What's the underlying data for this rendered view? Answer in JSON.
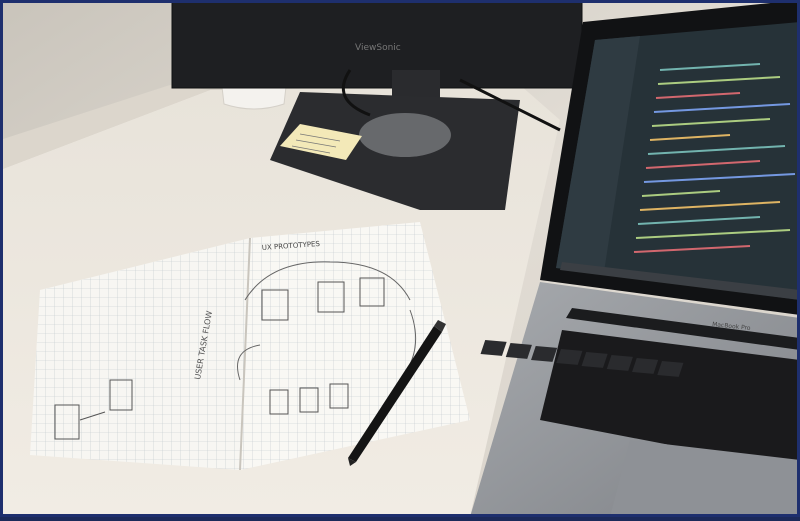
{
  "scene": {
    "monitor_brand": "ViewSonic",
    "laptop_model": "MacBook Pro",
    "notebook_heading": "UX PROTOTYPES",
    "notebook_side_label": "USER TASK FLOW",
    "colors": {
      "wall": "#d9d4cc",
      "desk": "#ece7df",
      "frame": "#1e2f6e",
      "code_bg": "#263238",
      "laptop_body": "#9a9da2"
    }
  }
}
